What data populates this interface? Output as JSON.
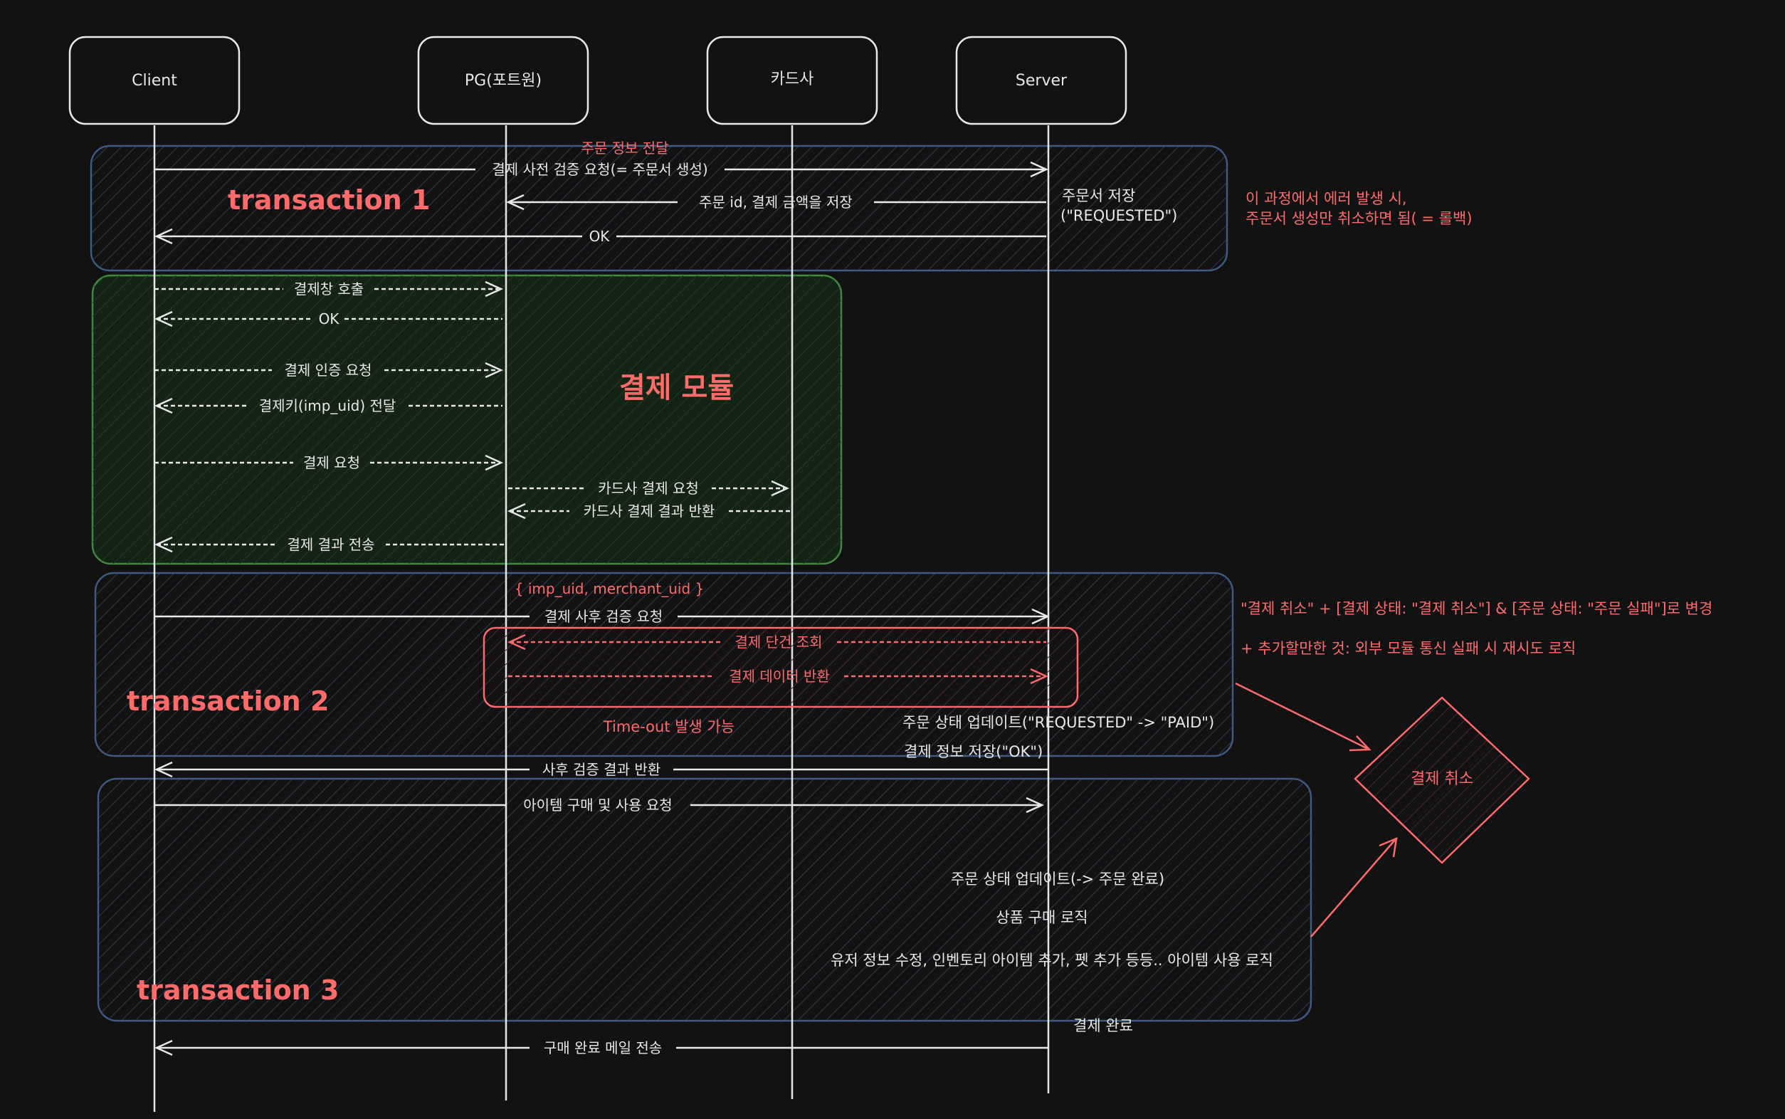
{
  "participants": {
    "client": "Client",
    "pg": "PG(포트원)",
    "card": "카드사",
    "server": "Server"
  },
  "groups": {
    "transaction1": "transaction 1",
    "transaction2": "transaction 2",
    "transaction3": "transaction 3",
    "payment_module": "결제 모듈"
  },
  "messages": {
    "order_info": "주문 정보 전달",
    "pre_verify": "결제 사전 검증 요청(= 주문서 생성)",
    "save_order_amount": "주문 id, 결제 금액을 저장",
    "ok1": "OK",
    "call_window": "결제창 호출",
    "ok2": "OK",
    "auth_request": "결제 인증 요청",
    "pay_key": "결제키(imp_uid) 전달",
    "pay_request": "결제 요청",
    "card_pay_request": "카드사 결제 요청",
    "card_pay_result": "카드사 결제 결과 반환",
    "pay_result_send": "결제 결과 전송",
    "imp_merchant": "{ imp_uid, merchant_uid }",
    "post_verify": "결제 사후 검증 요청",
    "single_lookup": "결제 단건 조회",
    "pay_data_return": "결제 데이터 반환",
    "timeout": "Time-out 발생 가능",
    "post_verify_result": "사후 검증 결과 반환",
    "item_buy_use": "아이템 구매 및 사용 요청",
    "purchase_mail": "구매 완료 메일 전송"
  },
  "notes": {
    "order_save_1": "주문서 저장",
    "order_save_2": "(\"REQUESTED\")",
    "error_note_1": "이 과정에서 에러 발생 시,",
    "error_note_2": "주문서 생성만 취소하면 됨( = 롤백)",
    "cancel_note": "\"결제 취소\" + [결제 상태: \"결제 취소\"] & [주문 상태: \"주문 실패\"]로 변경",
    "retry_note": "+ 추가할만한 것: 외부 모듈 통신 실패 시 재시도 로직",
    "status_paid": "주문 상태 업데이트(\"REQUESTED\" -> \"PAID\")",
    "pay_info_save": "결제 정보 저장(\"OK\")",
    "status_complete": "주문 상태 업데이트(-> 주문 완료)",
    "product_logic": "상품 구매 로직",
    "item_use_logic": "유저 정보 수정, 인벤토리 아이템 추가, 펫 추가 등등.. 아이템 사용 로직",
    "pay_complete": "결제 완료"
  },
  "decision": {
    "label": "결제 취소"
  },
  "colors": {
    "background": "#121212",
    "line": "#e8e8e8",
    "accent_red": "#ff6b6b",
    "tx_border": "#3c5a82",
    "module_border": "#3f8a3f",
    "module_fill": "#142414"
  }
}
